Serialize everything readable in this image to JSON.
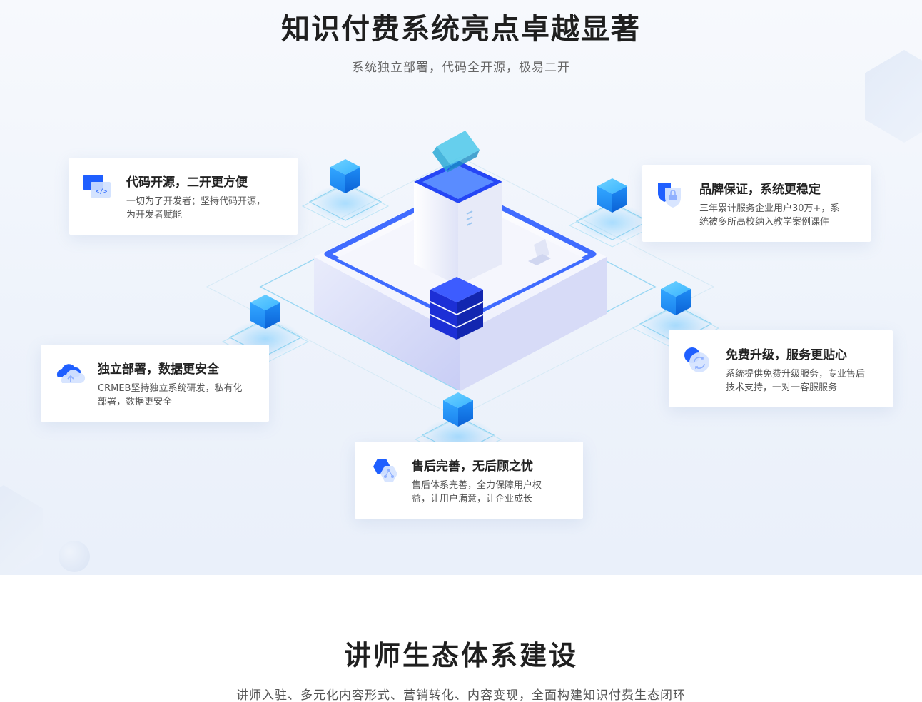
{
  "hero": {
    "title": "知识付费系统亮点卓越显著",
    "subtitle": "系统独立部署，代码全开源，极易二开"
  },
  "features": {
    "opensource": {
      "title": "代码开源，二开更方便",
      "desc_line1": "一切为了开发者；坚持代码开源，",
      "desc_line2": "为开发者赋能",
      "icon": "code-window-icon"
    },
    "brand": {
      "title": "品牌保证，系统更稳定",
      "desc_line1": "三年累计服务企业用户30万+，系",
      "desc_line2": "统被多所高校纳入教学案例课件",
      "icon": "shield-lock-icon"
    },
    "deploy": {
      "title": "独立部署，数据更安全",
      "desc_line1": "CRMEB坚持独立系统研发，私有化",
      "desc_line2": "部署，数据更安全",
      "icon": "cloud-upload-icon"
    },
    "upgrade": {
      "title": "免费升级，服务更贴心",
      "desc_line1": "系统提供免费升级服务，专业售后",
      "desc_line2": "技术支持，一对一客服服务",
      "icon": "refresh-circle-icon"
    },
    "aftersale": {
      "title": "售后完善，无后顾之忧",
      "desc_line1": "售后体系完善，全力保障用户权",
      "desc_line2": "益，让用户满意，让企业成长",
      "icon": "hexagon-share-icon"
    }
  },
  "section2": {
    "title": "讲师生态体系建设",
    "subtitle": "讲师入驻、多元化内容形式、营销转化、内容变现，全面构建知识付费生态闭环"
  },
  "colors": {
    "accent": "#1f5fff",
    "cube_light": "#35b4ff",
    "cube_dark": "#0a6fe0",
    "outline": "#8fd3f2"
  }
}
